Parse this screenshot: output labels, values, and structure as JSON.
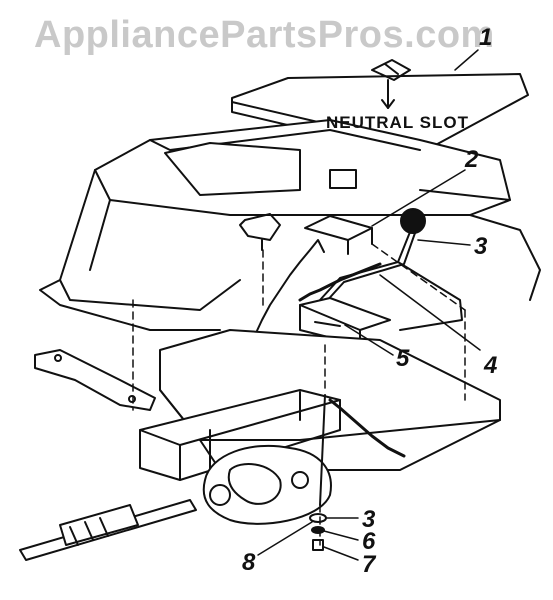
{
  "watermark": "AppliancePartsPros.com",
  "labels": {
    "neutral_slot": "NEUTRAL SLOT",
    "p1": "1",
    "p2": "2",
    "p3_top": "3",
    "p4": "4",
    "p5": "5",
    "p3_bottom": "3",
    "p6": "6",
    "p7": "7",
    "p8": "8"
  }
}
